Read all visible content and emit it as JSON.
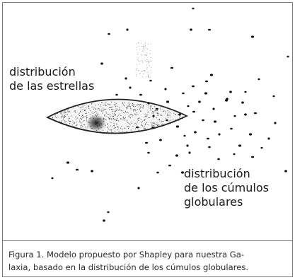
{
  "figure": {
    "labels": {
      "stars": [
        "distribución",
        "de las estrellas"
      ],
      "clusters": [
        "distribución",
        "de los cúmulos",
        "globulares"
      ]
    },
    "caption": [
      "Figura 1. Modelo propuesto por Shapley para nuestra Ga-",
      "laxia, basado en la distribución de los cúmulos globulares."
    ]
  }
}
